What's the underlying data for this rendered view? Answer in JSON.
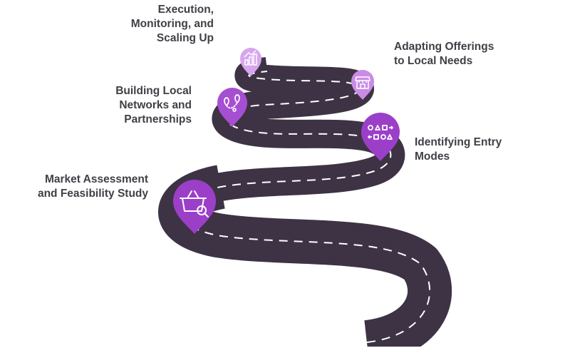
{
  "stages": [
    {
      "id": "market-assessment",
      "label": "Market Assessment\nand Feasibility Study",
      "icon": "shopping-basket-search-icon"
    },
    {
      "id": "identifying-entry-modes",
      "label": "Identifying Entry\nModes",
      "icon": "flowchart-shapes-icon"
    },
    {
      "id": "building-networks",
      "label": "Building Local\nNetworks and\nPartnerships",
      "icon": "map-pins-route-icon"
    },
    {
      "id": "adapting-offerings",
      "label": "Adapting Offerings\nto Local Needs",
      "icon": "storefront-icon"
    },
    {
      "id": "execution-scaling",
      "label": "Execution,\nMonitoring, and\nScaling Up",
      "icon": "growth-bar-chart-icon"
    }
  ],
  "colors": {
    "road": "#3d3344",
    "road_dash": "#ffffff",
    "pin_large": "#9b3fc9",
    "pin_small": "#c98be6",
    "icon_stroke": "#ffffff",
    "text": "#3f3f46"
  }
}
